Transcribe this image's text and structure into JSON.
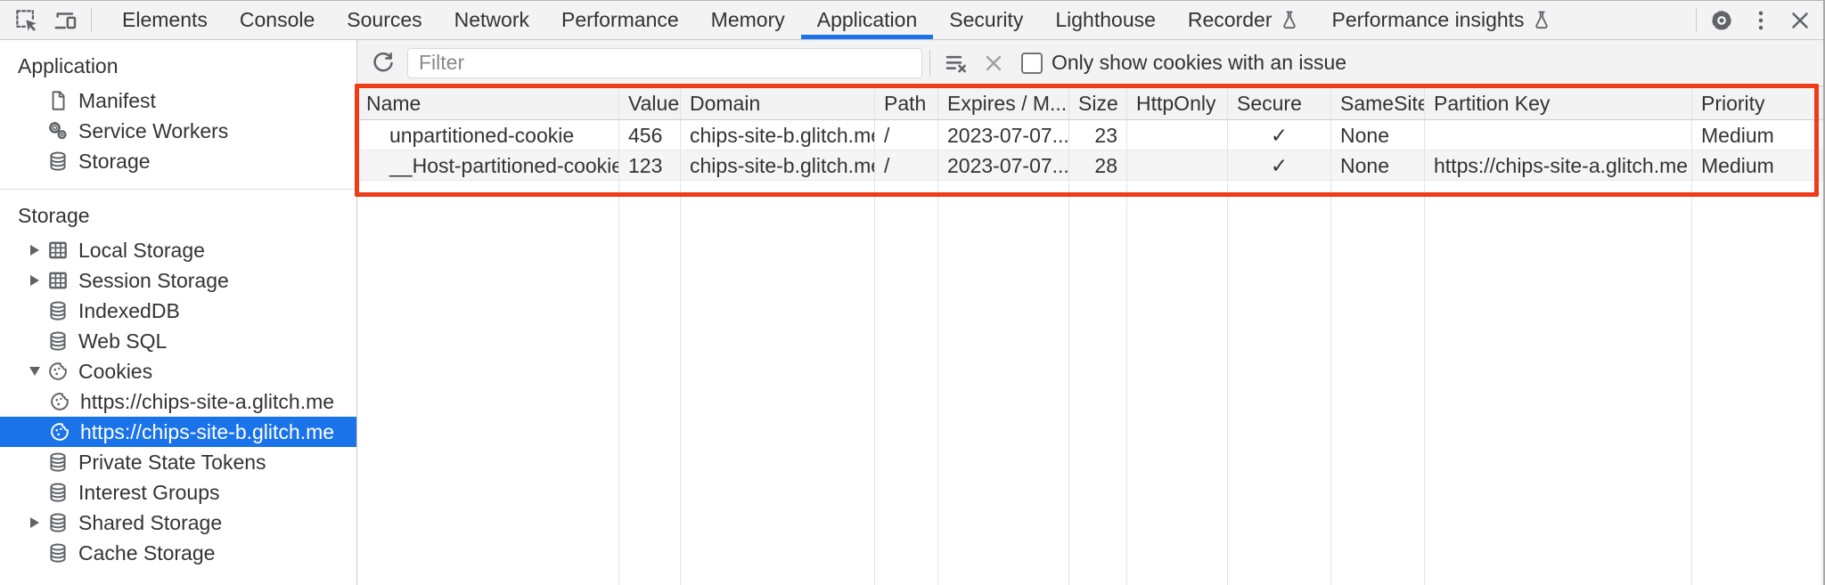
{
  "toolbar": {
    "tabs": [
      {
        "label": "Elements"
      },
      {
        "label": "Console"
      },
      {
        "label": "Sources"
      },
      {
        "label": "Network"
      },
      {
        "label": "Performance"
      },
      {
        "label": "Memory"
      },
      {
        "label": "Application",
        "selected": true
      },
      {
        "label": "Security"
      },
      {
        "label": "Lighthouse"
      },
      {
        "label": "Recorder",
        "experiment": true
      },
      {
        "label": "Performance insights",
        "experiment": true
      }
    ]
  },
  "sidebar": {
    "app_section": {
      "title": "Application",
      "items": [
        {
          "label": "Manifest",
          "icon": "file-icon"
        },
        {
          "label": "Service Workers",
          "icon": "gears-icon"
        },
        {
          "label": "Storage",
          "icon": "database-icon"
        }
      ]
    },
    "storage_section": {
      "title": "Storage",
      "items": [
        {
          "label": "Local Storage",
          "icon": "table-icon",
          "expander": "right"
        },
        {
          "label": "Session Storage",
          "icon": "table-icon",
          "expander": "right"
        },
        {
          "label": "IndexedDB",
          "icon": "database-icon"
        },
        {
          "label": "Web SQL",
          "icon": "database-icon"
        },
        {
          "label": "Cookies",
          "icon": "cookie-icon",
          "expander": "down"
        },
        {
          "label": "https://chips-site-a.glitch.me",
          "icon": "cookie-icon",
          "child": true
        },
        {
          "label": "https://chips-site-b.glitch.me",
          "icon": "cookie-icon",
          "child": true,
          "selected": true
        },
        {
          "label": "Private State Tokens",
          "icon": "database-icon"
        },
        {
          "label": "Interest Groups",
          "icon": "database-icon"
        },
        {
          "label": "Shared Storage",
          "icon": "database-icon",
          "expander": "right"
        },
        {
          "label": "Cache Storage",
          "icon": "database-icon"
        }
      ]
    }
  },
  "filterbar": {
    "placeholder": "Filter",
    "checkbox_label": "Only show cookies with an issue",
    "checkbox_checked": false
  },
  "table": {
    "columns": [
      "Name",
      "Value",
      "Domain",
      "Path",
      "Expires / M...",
      "Size",
      "HttpOnly",
      "Secure",
      "SameSite",
      "Partition Key",
      "Priority"
    ],
    "rows": [
      {
        "cells": [
          "unpartitioned-cookie",
          "456",
          "chips-site-b.glitch.me",
          "/",
          "2023-07-07...",
          "23",
          "",
          "✓",
          "None",
          "",
          "Medium"
        ]
      },
      {
        "cells": [
          "__Host-partitioned-cookie",
          "123",
          "chips-site-b.glitch.me",
          "/",
          "2023-07-07...",
          "28",
          "",
          "✓",
          "None",
          "https://chips-site-a.glitch.me",
          "Medium"
        ]
      }
    ]
  },
  "colors": {
    "accent_blue": "#1a73e8",
    "annotation_red": "#ee3c18",
    "selected_item_bg": "#1a73e8",
    "selected_item_text": "#ffffff"
  }
}
